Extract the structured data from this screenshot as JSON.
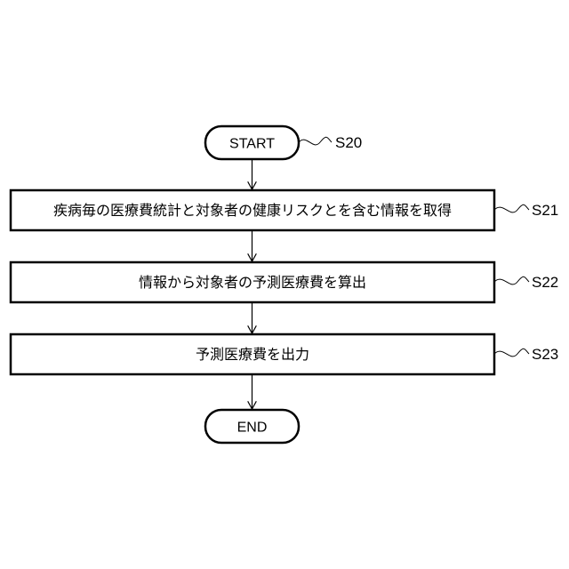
{
  "flowchart": {
    "start": {
      "label": "START",
      "step": "S20"
    },
    "steps": [
      {
        "text": "疾病毎の医療費統計と対象者の健康リスクとを含む情報を取得",
        "step": "S21"
      },
      {
        "text": "情報から対象者の予測医療費を算出",
        "step": "S22"
      },
      {
        "text": "予測医療費を出力",
        "step": "S23"
      }
    ],
    "end": {
      "label": "END"
    }
  }
}
